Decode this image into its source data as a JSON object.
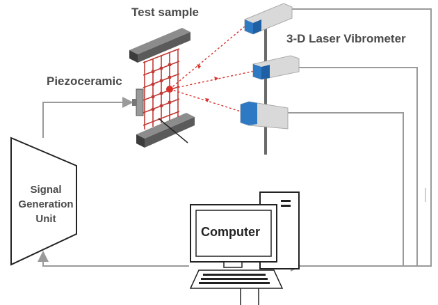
{
  "labels": {
    "test_sample": "Test sample",
    "vibrometer": "3-D Laser Vibrometer",
    "piezoceramic": "Piezoceramic",
    "signal_unit": "Signal Generation Unit",
    "computer": "Computer"
  },
  "colors": {
    "wire": "#9a9a9a",
    "laser": "#d9312b",
    "head_blue": "#2e79c4",
    "head_gray": "#d9d9d9",
    "clamp": "#5a5a5a",
    "outline": "#222222"
  }
}
